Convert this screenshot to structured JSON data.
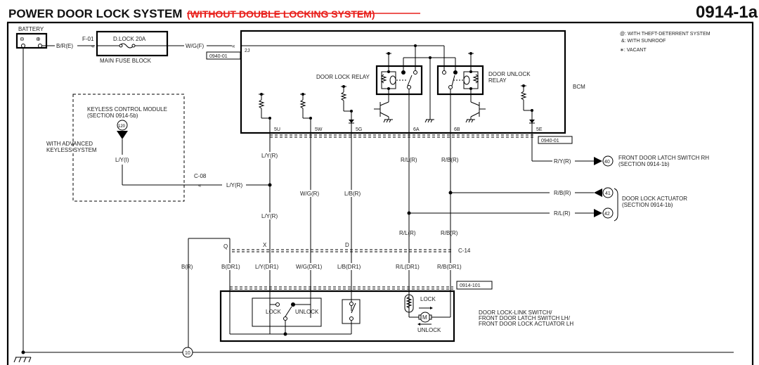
{
  "header": {
    "title": "POWER DOOR LOCK SYSTEM",
    "subtitle_struck": "(WITHOUT DOUBLE LOCKING SYSTEM)",
    "page_id": "0914-1a",
    "accent_color": "#e8201c"
  },
  "legend": {
    "items": [
      "@: WITH THEFT-DETERRENT SYSTEM",
      "&: WITH SUNROOF",
      "∗: VACANT"
    ]
  },
  "battery": {
    "label": "BATTERY",
    "neg_symbol": "⊖",
    "pos_symbol": "⊕"
  },
  "fuse_block": {
    "connector": "F-01",
    "fuse_label": "D.LOCK 20A",
    "block_label": "MAIN FUSE BLOCK",
    "wire_in": "B/R(E)",
    "wire_out": "W/G(F)",
    "ref_box": "0940-01"
  },
  "bcm": {
    "label": "BCM",
    "pin_2j": "2J",
    "door_lock_relay": "DOOR LOCK RELAY",
    "door_unlock_relay_l1": "DOOR UNLOCK",
    "door_unlock_relay_l2": "RELAY",
    "pins": [
      "5U",
      "5W",
      "5G",
      "6A",
      "6B",
      "5E"
    ],
    "ref_box": "0940-01"
  },
  "keyless": {
    "title_l1": "KEYLESS CONTROL MODULE",
    "title_l2": "(SECTION 0914-5b)",
    "terminal": "120",
    "option_l1": "WITH ADVANCED",
    "option_l2": "KEYLESS SYSTEM",
    "wire": "L/Y(I)",
    "connector": "C-08",
    "wire_out": "L/Y(R)"
  },
  "wires": {
    "w5u_top": "L/Y(R)",
    "w5u_bottom": "L/Y(R)",
    "w5w": "W/G(R)",
    "w5g": "L/B(R)",
    "w6a_top": "R/L(R)",
    "w6a_bottom": "R/L(R)",
    "w6b_top": "R/B(R)",
    "w6b_bottom": "R/B(R)",
    "w5e": "R/Y(R)",
    "to41": "R/B(R)",
    "to42": "R/L(R)",
    "ground_loop": "B(R)"
  },
  "connector_c14": {
    "label": "C-14",
    "pins": [
      "Q",
      "X",
      "D"
    ],
    "wires": [
      "B(DR1)",
      "L/Y(DR1)",
      "W/G(DR1)",
      "L/B(DR1)",
      "R/L(DR1)",
      "R/B(DR1)"
    ],
    "ref_box": "0914-101"
  },
  "destinations": {
    "t40": "40",
    "t40_l1": "FRONT DOOR LATCH SWITCH RH",
    "t40_l2": "(SECTION 0914-1b)",
    "t41": "41",
    "t42": "42",
    "actuator_l1": "DOOR LOCK ACTUATOR",
    "actuator_l2": "(SECTION 0914-1b)"
  },
  "door_unit": {
    "lock": "LOCK",
    "unlock": "UNLOCK",
    "motor_lock": "LOCK",
    "motor_unlock": "UNLOCK",
    "motor_symbol": "M",
    "desc_l1": "DOOR LOCK-LINK SWITCH/",
    "desc_l2": "FRONT DOOR LATCH SWITCH LH/",
    "desc_l3": "FRONT DOOR LOCK ACTUATOR LH"
  },
  "ground": {
    "terminal": "10"
  }
}
